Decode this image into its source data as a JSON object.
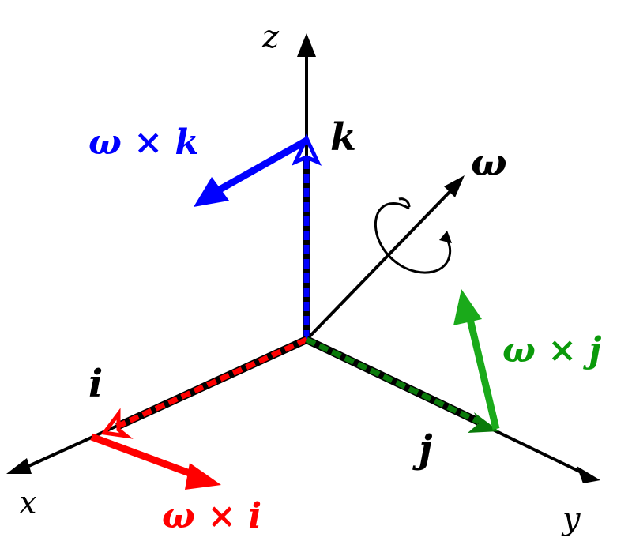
{
  "axes": {
    "x": "x",
    "y": "y",
    "z": "z"
  },
  "unit_vectors": {
    "i": "i",
    "j": "j",
    "k": "k"
  },
  "omega": {
    "label": "ω"
  },
  "cross_products": {
    "omega_x_i": "ω × i",
    "omega_x_j": "ω × j",
    "omega_x_k": "ω × k"
  },
  "colors": {
    "axis": "#000000",
    "i": "#ff0000",
    "j": "#0a7a0a",
    "j_arrow": "#1aaa1a",
    "k": "#0000ff"
  }
}
